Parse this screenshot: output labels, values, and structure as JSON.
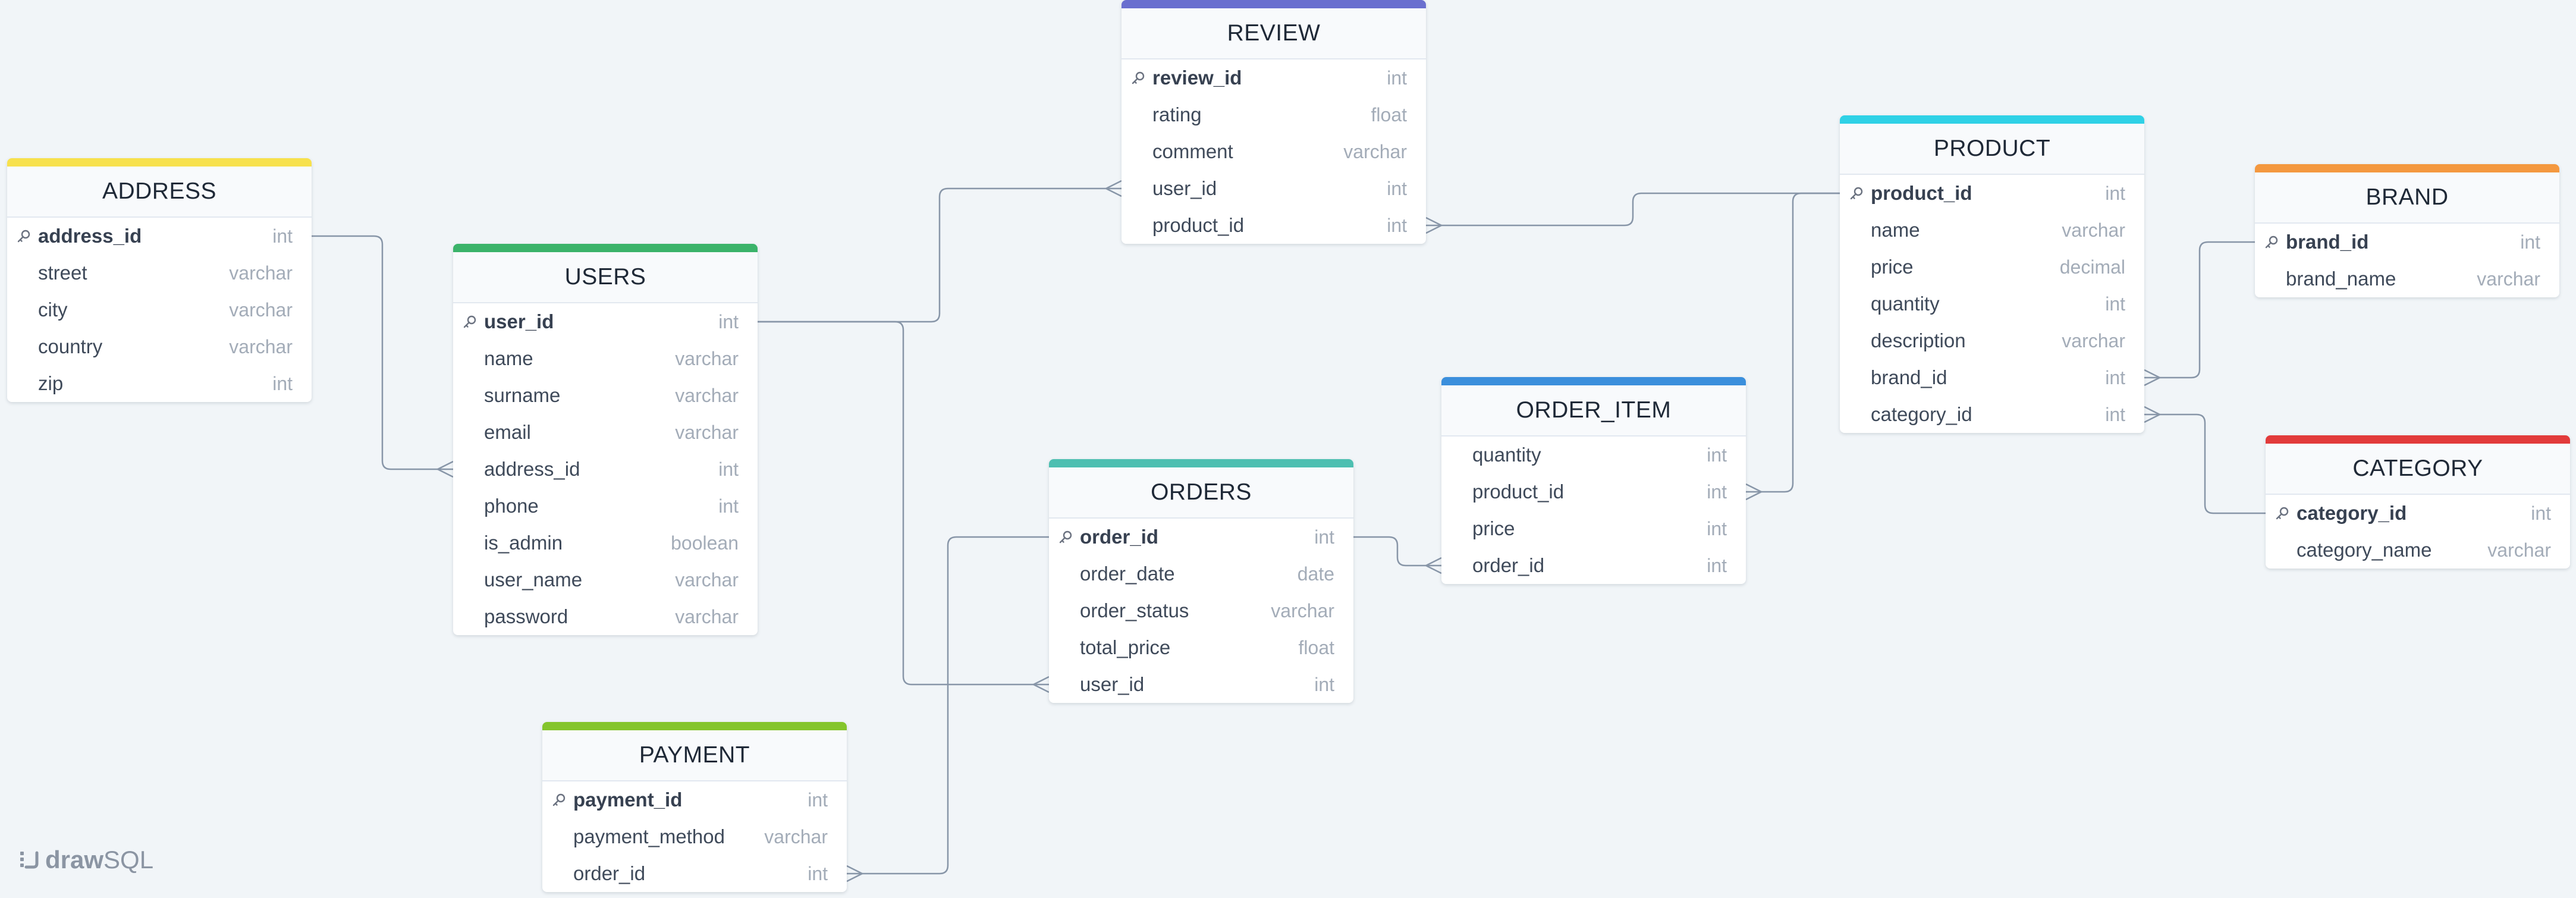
{
  "app": {
    "logo_bold": "draw",
    "logo_light": "SQL"
  },
  "tables": [
    {
      "name": "ADDRESS",
      "accent": "#f7e14d",
      "columns": [
        {
          "name": "address_id",
          "type": "int",
          "pk": true
        },
        {
          "name": "street",
          "type": "varchar"
        },
        {
          "name": "city",
          "type": "varchar"
        },
        {
          "name": "country",
          "type": "varchar"
        },
        {
          "name": "zip",
          "type": "int"
        }
      ]
    },
    {
      "name": "USERS",
      "accent": "#3bb36a",
      "columns": [
        {
          "name": "user_id",
          "type": "int",
          "pk": true
        },
        {
          "name": "name",
          "type": "varchar"
        },
        {
          "name": "surname",
          "type": "varchar"
        },
        {
          "name": "email",
          "type": "varchar"
        },
        {
          "name": "address_id",
          "type": "int"
        },
        {
          "name": "phone",
          "type": "int"
        },
        {
          "name": "is_admin",
          "type": "boolean"
        },
        {
          "name": "user_name",
          "type": "varchar"
        },
        {
          "name": "password",
          "type": "varchar"
        }
      ]
    },
    {
      "name": "REVIEW",
      "accent": "#6a6fcf",
      "columns": [
        {
          "name": "review_id",
          "type": "int",
          "pk": true
        },
        {
          "name": "rating",
          "type": "float"
        },
        {
          "name": "comment",
          "type": "varchar"
        },
        {
          "name": "user_id",
          "type": "int"
        },
        {
          "name": "product_id",
          "type": "int"
        }
      ]
    },
    {
      "name": "ORDERS",
      "accent": "#4dbfb1",
      "columns": [
        {
          "name": "order_id",
          "type": "int",
          "pk": true
        },
        {
          "name": "order_date",
          "type": "date"
        },
        {
          "name": "order_status",
          "type": "varchar"
        },
        {
          "name": "total_price",
          "type": "float"
        },
        {
          "name": "user_id",
          "type": "int"
        }
      ]
    },
    {
      "name": "PAYMENT",
      "accent": "#84c52c",
      "columns": [
        {
          "name": "payment_id",
          "type": "int",
          "pk": true
        },
        {
          "name": "payment_method",
          "type": "varchar"
        },
        {
          "name": "order_id",
          "type": "int"
        }
      ]
    },
    {
      "name": "ORDER_ITEM",
      "accent": "#3b8fdc",
      "columns": [
        {
          "name": "quantity",
          "type": "int"
        },
        {
          "name": "product_id",
          "type": "int"
        },
        {
          "name": "price",
          "type": "int"
        },
        {
          "name": "order_id",
          "type": "int"
        }
      ]
    },
    {
      "name": "PRODUCT",
      "accent": "#2fd1e6",
      "columns": [
        {
          "name": "product_id",
          "type": "int",
          "pk": true
        },
        {
          "name": "name",
          "type": "varchar"
        },
        {
          "name": "price",
          "type": "decimal"
        },
        {
          "name": "quantity",
          "type": "int"
        },
        {
          "name": "description",
          "type": "varchar"
        },
        {
          "name": "brand_id",
          "type": "int"
        },
        {
          "name": "category_id",
          "type": "int"
        }
      ]
    },
    {
      "name": "BRAND",
      "accent": "#f4983f",
      "columns": [
        {
          "name": "brand_id",
          "type": "int",
          "pk": true
        },
        {
          "name": "brand_name",
          "type": "varchar"
        }
      ]
    },
    {
      "name": "CATEGORY",
      "accent": "#e23b3b",
      "columns": [
        {
          "name": "category_id",
          "type": "int",
          "pk": true
        },
        {
          "name": "category_name",
          "type": "varchar"
        }
      ]
    }
  ],
  "relations": [
    {
      "from_table": "ADDRESS",
      "from_col": "address_id",
      "to_table": "USERS",
      "to_col": "address_id"
    },
    {
      "from_table": "USERS",
      "from_col": "user_id",
      "to_table": "REVIEW",
      "to_col": "user_id"
    },
    {
      "from_table": "USERS",
      "from_col": "user_id",
      "to_table": "ORDERS",
      "to_col": "user_id"
    },
    {
      "from_table": "PRODUCT",
      "from_col": "product_id",
      "to_table": "REVIEW",
      "to_col": "product_id"
    },
    {
      "from_table": "PRODUCT",
      "from_col": "product_id",
      "to_table": "ORDER_ITEM",
      "to_col": "product_id"
    },
    {
      "from_table": "ORDERS",
      "from_col": "order_id",
      "to_table": "ORDER_ITEM",
      "to_col": "order_id"
    },
    {
      "from_table": "ORDERS",
      "from_col": "order_id",
      "to_table": "PAYMENT",
      "to_col": "order_id"
    },
    {
      "from_table": "BRAND",
      "from_col": "brand_id",
      "to_table": "PRODUCT",
      "to_col": "brand_id"
    },
    {
      "from_table": "CATEGORY",
      "from_col": "category_id",
      "to_table": "PRODUCT",
      "to_col": "category_id"
    }
  ]
}
